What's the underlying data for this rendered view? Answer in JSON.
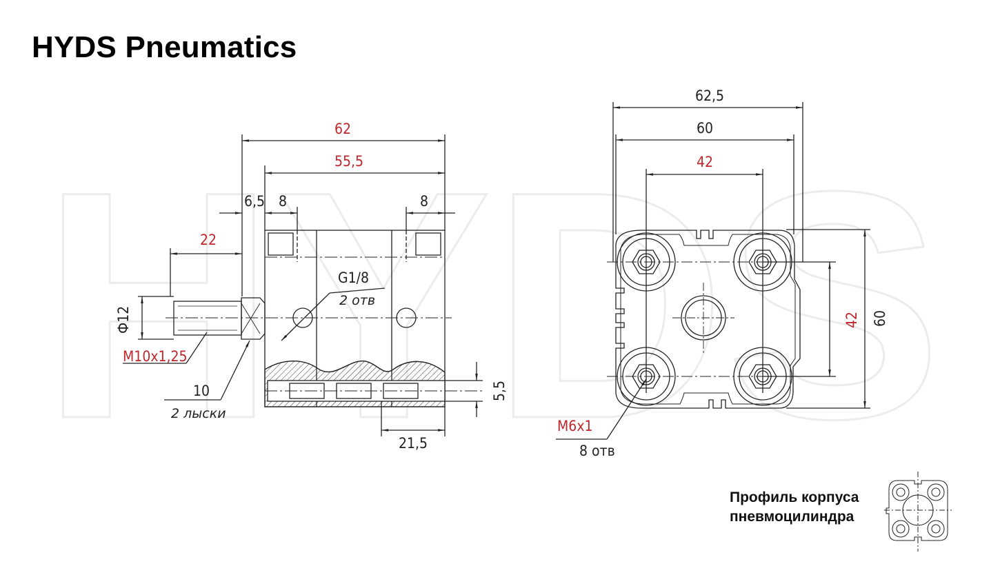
{
  "header": {
    "brand": "HYDS Pneumatics"
  },
  "watermark": {
    "text": "HYDS"
  },
  "side_view": {
    "dim_overall_length": "62",
    "dim_body_length": "55,5",
    "dim_cap_offset": "6,5",
    "dim_left_port": "8",
    "dim_right_port": "8",
    "dim_rod_thread_length": "22",
    "dim_rod_diameter": "Ф12",
    "rod_thread": "M10x1,25",
    "port_thread": "G1/8",
    "port_note": "2 отв",
    "wrench_flats": "10",
    "wrench_flats_note": "2 лыски",
    "dim_slot_depth": "5,5",
    "dim_slot_position": "21,5"
  },
  "front_view": {
    "dim_outer_width": "62,5",
    "dim_body_width": "60",
    "dim_hole_spacing_h": "42",
    "dim_hole_spacing_v": "42",
    "dim_body_height": "60",
    "mount_thread": "M6x1",
    "mount_note": "8 отв"
  },
  "profile": {
    "caption_line1": "Профиль корпуса",
    "caption_line2": "пневмоцилиндра"
  },
  "colors": {
    "dimension_red": "#c0272d",
    "line": "#222222",
    "watermark": "#ececec"
  }
}
